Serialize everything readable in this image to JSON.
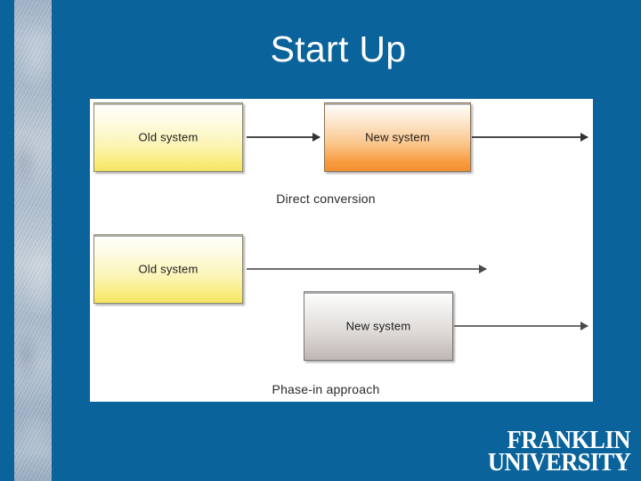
{
  "slide": {
    "title": "Start Up",
    "background_color": "#0a639b",
    "panel_background": "#ffffff"
  },
  "diagram": {
    "rows": [
      {
        "caption": "Direct conversion",
        "boxes": [
          {
            "label": "Old system",
            "style": "old-yellow"
          },
          {
            "label": "New system",
            "style": "new-orange"
          }
        ]
      },
      {
        "caption": "Phase-in approach",
        "boxes": [
          {
            "label": "Old system",
            "style": "old-yellow"
          },
          {
            "label": "New system",
            "style": "new-gray"
          }
        ]
      }
    ],
    "colors": {
      "old_system_fill": "#f8ea72",
      "new_system_orange_fill": "#f79a3e",
      "new_system_gray_fill": "#c6bfbc",
      "arrow": "#4a4a4a",
      "box_border": "#7b7b6e"
    }
  },
  "logo": {
    "line1": "FRANKLIN",
    "line2": "UNIVERSITY"
  }
}
